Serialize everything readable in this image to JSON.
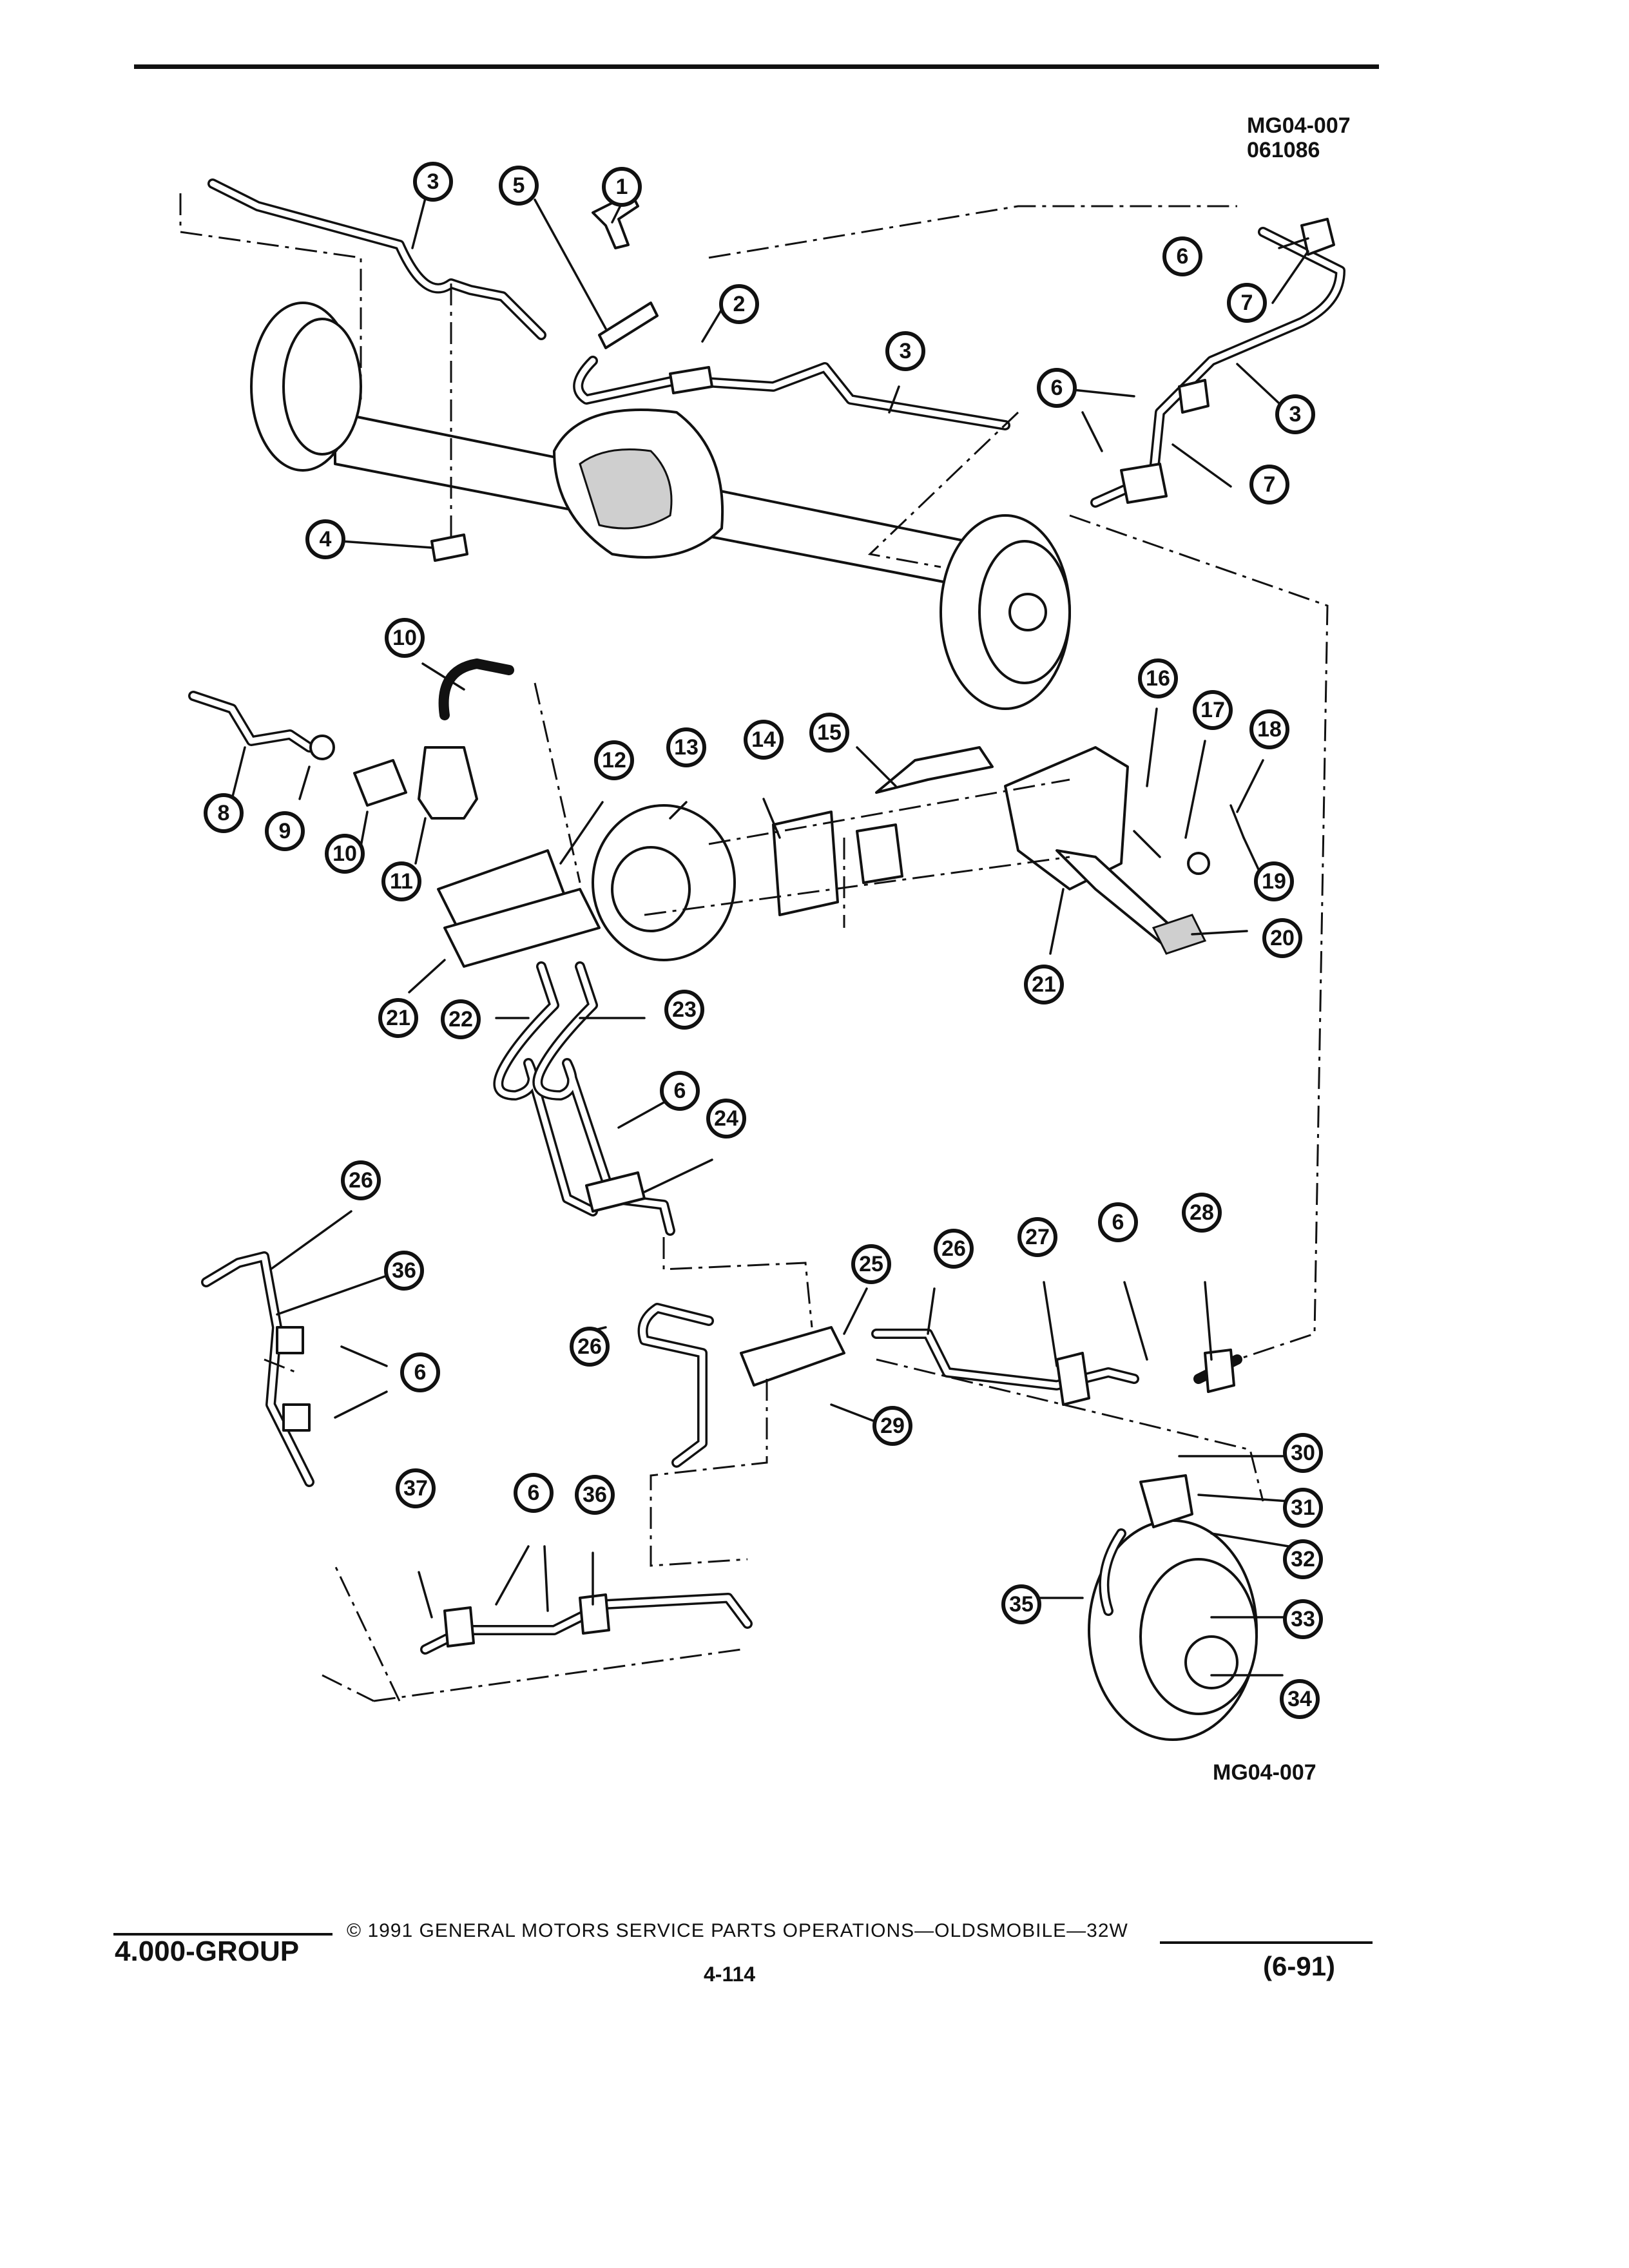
{
  "header": {
    "figure_code": "MG04-007",
    "figure_date": "061086"
  },
  "diagram": {
    "callouts": [
      "1",
      "2",
      "3",
      "3",
      "3",
      "4",
      "5",
      "6",
      "6",
      "7",
      "7",
      "8",
      "9",
      "10",
      "10",
      "11",
      "12",
      "13",
      "14",
      "15",
      "16",
      "17",
      "18",
      "19",
      "20",
      "21",
      "21",
      "22",
      "23",
      "6",
      "24",
      "26",
      "36",
      "6",
      "25",
      "26",
      "27",
      "6",
      "28",
      "26",
      "29",
      "30",
      "31",
      "32",
      "37",
      "6",
      "36",
      "35",
      "33",
      "34"
    ],
    "bottom_code": "MG04-007"
  },
  "footer": {
    "group": "4.000-GROUP",
    "copyright": "© 1991 GENERAL MOTORS SERVICE PARTS OPERATIONS—OLDSMOBILE—32W",
    "page": "4-114",
    "date": "(6-91)"
  }
}
